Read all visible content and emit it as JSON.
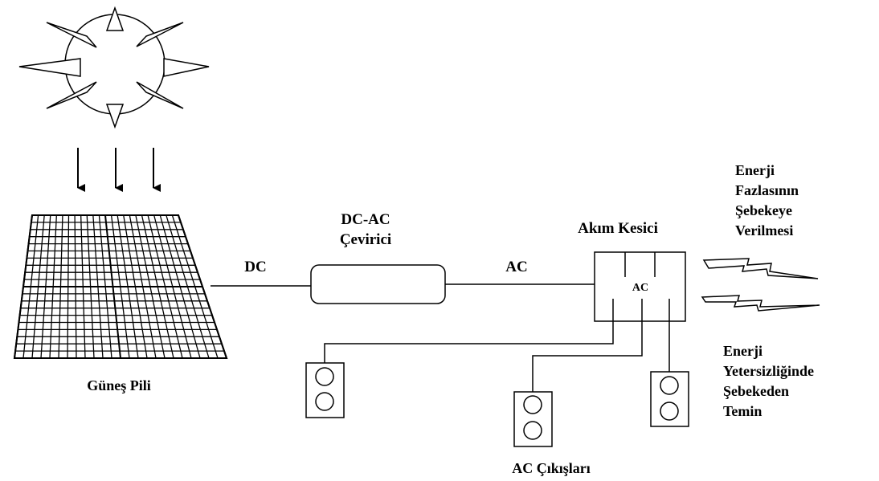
{
  "labels": {
    "solar_panel": "Güneş Pili",
    "dc": "DC",
    "inverter_line1": "DC-AC",
    "inverter_line2": "Çevirici",
    "ac_line": "AC",
    "breaker": "Akım Kesici",
    "breaker_inner": "AC",
    "export_lines": [
      "Enerji",
      "Fazlasının",
      "Şebekeye",
      "Verilmesi"
    ],
    "import_lines": [
      "Enerji",
      "Yetersizliğinde",
      "Şebekeden",
      "Temin"
    ],
    "outputs": "AC Çıkışları"
  },
  "icons": {
    "sun": "sun-icon",
    "arrows": "sunlight-arrow-icon",
    "panel": "solar-panel-icon",
    "lightning": "lightning-bolt-icon",
    "socket": "socket-outlet-icon"
  }
}
